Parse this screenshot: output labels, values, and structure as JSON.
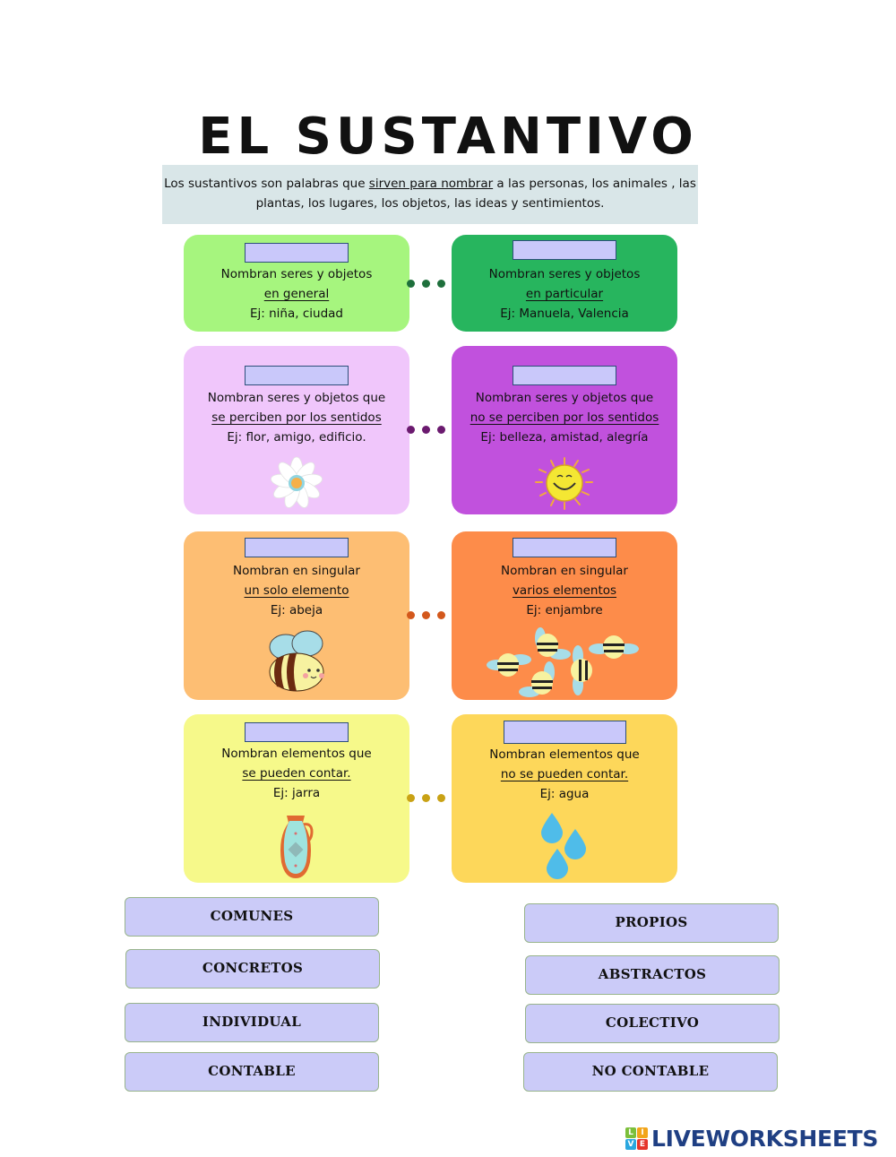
{
  "worksheet": {
    "title": "EL SUSTANTIVO",
    "intro": {
      "before": "Los sustantivos son palabras que ",
      "underlined": "sirven para nombrar",
      "after": " a las personas, los animales , las plantas, los lugares, los objetos, las ideas y sentimientos."
    },
    "answer_box_color": "#c9c8fa",
    "pairs": [
      {
        "dot_color": "#1e6f3c",
        "left": {
          "bg": "#a6f57e",
          "answer": "",
          "line1": "Nombran seres y objetos",
          "line2": "en general",
          "line3": "Ej: niña, ciudad",
          "illustration": "none"
        },
        "right": {
          "bg": "#27b55e",
          "answer": "",
          "line1": "Nombran seres y objetos",
          "line2": "en particular",
          "line3": "Ej: Manuela, Valencia",
          "illustration": "none"
        }
      },
      {
        "dot_color": "#6b1a6f",
        "left": {
          "bg": "#f0c6fb",
          "answer": "",
          "line1": "Nombran seres y objetos que",
          "line2": "se perciben por los sentidos",
          "line3": "Ej: flor, amigo, edificio.",
          "illustration": "daisy-flower"
        },
        "right": {
          "bg": "#c151dd",
          "answer": "",
          "line1": "Nombran seres y objetos que",
          "line2": "no se perciben por los sentidos",
          "line3": "Ej: belleza, amistad, alegría",
          "illustration": "smiling-sun"
        }
      },
      {
        "dot_color": "#d3581c",
        "left": {
          "bg": "#fdbe73",
          "answer": "",
          "line1": "Nombran en singular",
          "line2": "un solo elemento",
          "line3": "Ej: abeja",
          "illustration": "single-bee"
        },
        "right": {
          "bg": "#fd8c4a",
          "answer": "",
          "line1": "Nombran en singular",
          "line2": "varios elementos",
          "line3": "Ej: enjambre",
          "illustration": "bee-swarm"
        }
      },
      {
        "dot_color": "#c9a215",
        "left": {
          "bg": "#f6f98a",
          "answer": "",
          "line1": "Nombran elementos que",
          "line2": "se pueden contar.",
          "line3": "Ej: jarra",
          "illustration": "jug"
        },
        "right": {
          "bg": "#fdd75a",
          "answer": "",
          "line1": "Nombran elementos que",
          "line2": "no se pueden contar.",
          "line3": "Ej: agua",
          "illustration": "water-drops"
        }
      }
    ],
    "drag_tiles": {
      "left": [
        "COMUNES",
        "CONCRETOS",
        "INDIVIDUAL",
        "CONTABLE"
      ],
      "right": [
        "PROPIOS",
        "ABSTRACTOS",
        "COLECTIVO",
        "NO CONTABLE"
      ]
    }
  },
  "branding": {
    "logo_letters": [
      "L",
      "I",
      "V",
      "E"
    ],
    "logo_colors": [
      "#7bbf3a",
      "#f2a51a",
      "#2aa7df",
      "#e5352b"
    ],
    "logo_text": "LIVEWORKSHEETS",
    "logo_color": "#1f3f83"
  }
}
